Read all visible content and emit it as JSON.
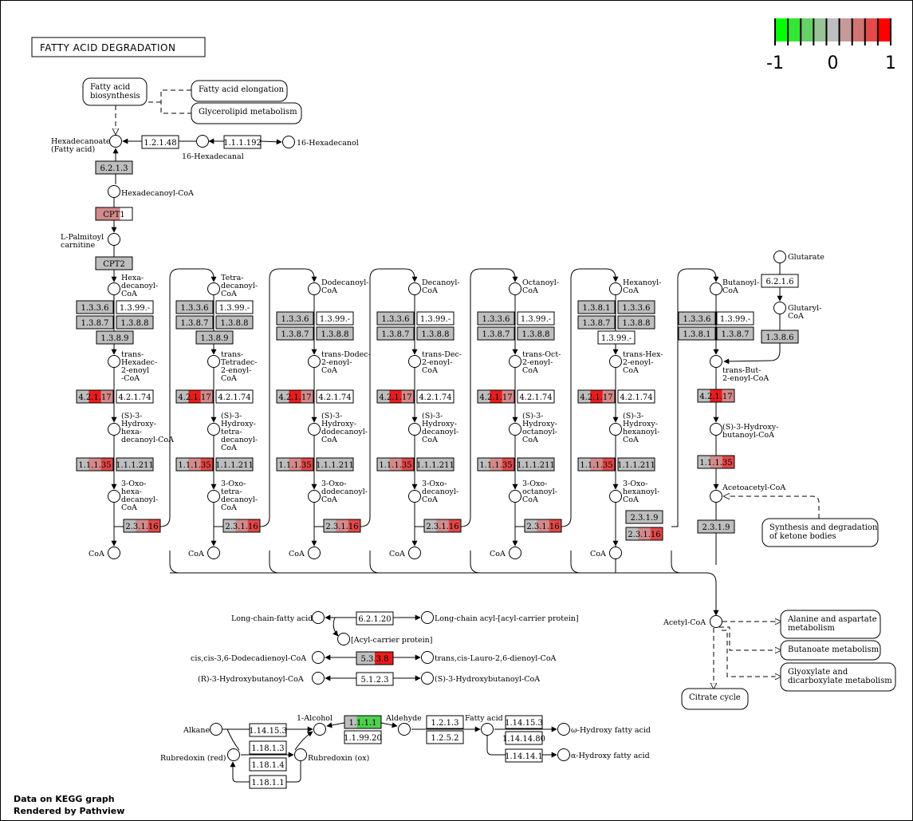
{
  "title": "FATTY ACID DEGRADATION",
  "legend": {
    "ticks": [
      "-1",
      "0",
      "1"
    ],
    "colors": [
      "#00ff00",
      "#33e633",
      "#66d166",
      "#99c299",
      "#bebebe",
      "#c79a9a",
      "#d07474",
      "#e64a4a",
      "#ff0000"
    ]
  },
  "footer": {
    "line1": "Data on KEGG graph",
    "line2": "Rendered by Pathview"
  },
  "colors": {
    "gray": "#bebebe",
    "red_light": "#d38a8a",
    "red_mid": "#e04848",
    "red_strong": "#e81c1c",
    "green": "#4fcf4f",
    "white": "#ffffff"
  },
  "pathways": {
    "fatty_acid_biosynthesis": "Fatty acid biosynthesis",
    "fatty_acid_elongation": "Fatty acid elongation",
    "glycerolipid": "Glycerolipid metabolism",
    "ketone": "Synthesis and degradation of ketone bodies",
    "alanine": "Alanine and aspartate metabolism",
    "butanoate": "Butanoate metabolism",
    "glyoxylate": "Glyoxylate and dicarboxylate metabolism",
    "citrate": "Citrate cycle"
  },
  "compounds": {
    "hexadecanoate": "Hexadecanoate",
    "hexadecanoate2": "(Fatty acid)",
    "hexadecanal": "16-Hexadecanal",
    "hexadecanol": "16-Hexadecanol",
    "hexadecanoyl_coa": "Hexadecanoyl-CoA",
    "l_palmitoyl": "L-Palmitoyl",
    "carnitine": "carnitine",
    "glutarate": "Glutarate",
    "glutaryl_coa": "Glutaryl-",
    "glutaryl_coa2": "CoA",
    "trans_but": "trans-But-",
    "trans_but2": "2-enoyl-CoA",
    "hydroxybutanoyl": "(S)-3-Hydroxy-",
    "hydroxybutanoyl2": "butanoyl-CoA",
    "acetoacetyl": "Acetoacetyl-CoA",
    "acetyl_coa": "Acetyl-CoA",
    "coa": "CoA",
    "long_chain_fa": "Long-chain-fatty acid",
    "long_chain_acp": "Long-chain acyl-[acyl-carrier protein]",
    "acp": "[Acyl-carrier protein]",
    "dodecadienoyl": "cis,cis-3,6-Dodecadienoyl-CoA",
    "lauro": "trans,cis-Lauro-2,6-dienoyl-CoA",
    "r_hydroxybutanoyl": "(R)-3-Hydroxybutanoyl-CoA",
    "s_hydroxybutanoyl": "(S)-3-Hydroxybutanoyl-CoA",
    "alkane": "Alkane",
    "alcohol": "1-Alcohol",
    "aldehyde": "Aldehyde",
    "fatty_acid": "Fatty acid",
    "omega": "ω-Hydroxy fatty acid",
    "alpha": "α-Hydroxy fatty acid",
    "rubredoxin_red": "Rubredoxin (red)",
    "rubredoxin_ox": "Rubredoxin (ox)"
  },
  "columns": [
    {
      "acyl": [
        "Hexa-",
        "decanoyl-",
        "CoA"
      ],
      "enoyl": [
        "trans-",
        "Hexadec-",
        "2-enoyl",
        "-CoA"
      ],
      "hydroxy": [
        "(S)-3-",
        "Hydroxy-",
        "hexa-",
        "decanoyl-CoA"
      ],
      "oxo": [
        "3-Oxo-",
        "hexa-",
        "decanoyl-",
        "CoA"
      ]
    },
    {
      "acyl": [
        "Tetra-",
        "decanoyl-",
        "CoA"
      ],
      "enoyl": [
        "trans-",
        "Tetradec-",
        "2-enoyl-",
        "CoA"
      ],
      "hydroxy": [
        "(S)-3-",
        "Hydroxy-",
        "tetra-",
        "decanoyl-",
        "CoA"
      ],
      "oxo": [
        "3-Oxo-",
        "tetra-",
        "decanoyl-",
        "CoA"
      ]
    },
    {
      "acyl": [
        "Dodecanoyl-",
        "CoA"
      ],
      "enoyl": [
        "trans-Dodec-",
        "2-enoyl-",
        "CoA"
      ],
      "hydroxy": [
        "(S)-3-",
        "Hydroxy-",
        "dodecanoyl-",
        "CoA"
      ],
      "oxo": [
        "3-Oxo-",
        "dodecanoyl-",
        "CoA"
      ]
    },
    {
      "acyl": [
        "Decanoyl-",
        "CoA"
      ],
      "enoyl": [
        "trans-Dec-",
        "2-enoyl-",
        "CoA"
      ],
      "hydroxy": [
        "(S)-3-",
        "Hydroxy-",
        "decanoyl-",
        "CoA"
      ],
      "oxo": [
        "3-Oxo-",
        "decanoyl-",
        "CoA"
      ]
    },
    {
      "acyl": [
        "Octanoyl-",
        "CoA"
      ],
      "enoyl": [
        "trans-Oct-",
        "2-enoyl-",
        "CoA"
      ],
      "hydroxy": [
        "(S)-3-",
        "Hydroxy-",
        "octanoyl-",
        "CoA"
      ],
      "oxo": [
        "3-Oxo-",
        "octanoyl-",
        "CoA"
      ]
    },
    {
      "acyl": [
        "Hexanoyl-",
        "CoA"
      ],
      "enoyl": [
        "trans-Hex-",
        "2-enoyl-",
        "CoA"
      ],
      "hydroxy": [
        "(S)-3-",
        "Hydroxy-",
        "hexanoyl-",
        "CoA"
      ],
      "oxo": [
        "3-Oxo-",
        "hexanoyl-",
        "CoA"
      ]
    },
    {
      "acyl": [
        "Butanoyl-",
        "CoA"
      ]
    }
  ],
  "enzymes": {
    "e_1_2_1_48": "1.2.1.48",
    "e_1_1_1_192": "1.1.1.192",
    "e_6_2_1_3": "6.2.1.3",
    "cpt1": "CPT1",
    "cpt2": "CPT2",
    "e_1_3_3_6": "1.3.3.6",
    "e_1_3_99": "1.3.99.-",
    "e_1_3_8_7": "1.3.8.7",
    "e_1_3_8_8": "1.3.8.8",
    "e_1_3_8_9": "1.3.8.9",
    "e_1_3_8_1": "1.3.8.1",
    "e_1_3_8_6": "1.3.8.6",
    "e_6_2_1_6": "6.2.1.6",
    "e_4_2_1_17": "4.2.1.17",
    "e_4_2_1_74": "4.2.1.74",
    "e_1_1_1_35": "1.1.1.35",
    "e_1_1_1_211": "1.1.1.211",
    "e_2_3_1_16": "2.3.1.16",
    "e_2_3_1_9": "2.3.1.9",
    "e_6_2_1_20": "6.2.1.20",
    "e_5_3_3_8": "5.3.3.8",
    "e_5_1_2_3": "5.1.2.3",
    "e_1_1_1_1": "1.1.1.1",
    "e_1_1_99_20": "1.1.99.20",
    "e_1_2_1_3": "1.2.1.3",
    "e_1_2_5_2": "1.2.5.2",
    "e_1_14_15_3": "1.14.15.3",
    "e_1_14_14_80": "1.14.14.80",
    "e_1_14_14_1": "1.14.14.1",
    "e_1_18_1_3": "1.18.1.3",
    "e_1_18_1_4": "1.18.1.4",
    "e_1_18_1_1": "1.18.1.1"
  }
}
